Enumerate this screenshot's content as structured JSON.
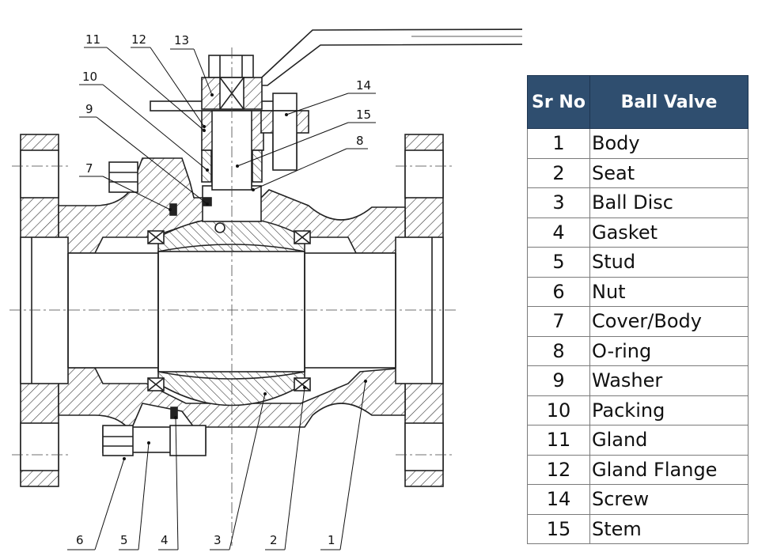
{
  "table": {
    "header_no": "Sr No",
    "header_name": "Ball Valve",
    "rows": [
      {
        "no": "1",
        "name": "Body"
      },
      {
        "no": "2",
        "name": "Seat"
      },
      {
        "no": "3",
        "name": "Ball Disc"
      },
      {
        "no": "4",
        "name": "Gasket"
      },
      {
        "no": "5",
        "name": "Stud"
      },
      {
        "no": "6",
        "name": "Nut"
      },
      {
        "no": "7",
        "name": "Cover/Body"
      },
      {
        "no": "8",
        "name": "O-ring"
      },
      {
        "no": "9",
        "name": "Washer"
      },
      {
        "no": "10",
        "name": "Packing"
      },
      {
        "no": "11",
        "name": "Gland"
      },
      {
        "no": "12",
        "name": "Gland Flange"
      },
      {
        "no": "14",
        "name": "Screw"
      },
      {
        "no": "15",
        "name": "Stem"
      }
    ]
  },
  "callouts": {
    "c1": "1",
    "c2": "2",
    "c3": "3",
    "c4": "4",
    "c5": "5",
    "c6": "6",
    "c7": "7",
    "c8": "8",
    "c9": "9",
    "c10": "10",
    "c11": "11",
    "c12": "12",
    "c13": "13",
    "c14": "14",
    "c15": "15"
  }
}
